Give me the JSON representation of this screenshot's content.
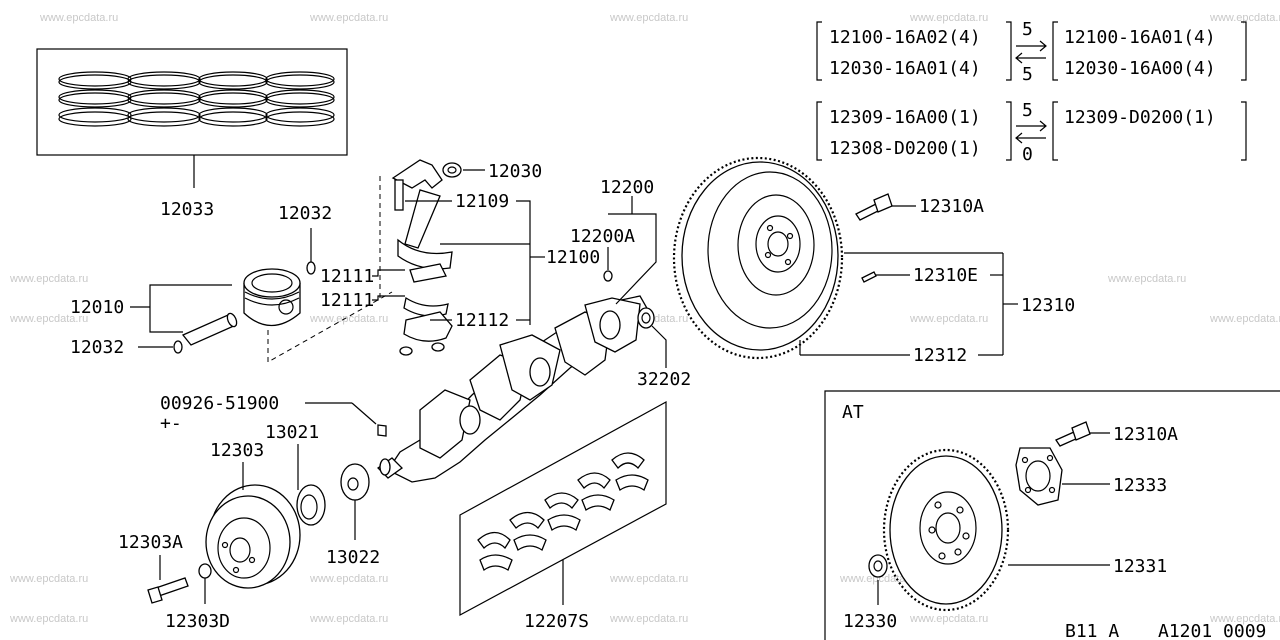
{
  "watermark": "www.epcdata.ru",
  "labels": {
    "p12033": "12033",
    "p12032a": "12032",
    "p12010": "12010",
    "p12032b": "12032",
    "p12030": "12030",
    "p12109": "12109",
    "p12111a": "12111",
    "p12111b": "12111",
    "p12100": "12100",
    "p12112": "12112",
    "p12200": "12200",
    "p12200A": "12200A",
    "p32202": "32202",
    "p00926": "00926-51900",
    "p00926note": "+-",
    "p13021": "13021",
    "p12303": "12303",
    "p13022": "13022",
    "p12303A": "12303A",
    "p12303D": "12303D",
    "p12207S": "12207S",
    "p12310A": "12310A",
    "p12310E": "12310E",
    "p12310": "12310",
    "p12312": "12312",
    "at_title": "AT",
    "p12310A_at": "12310A",
    "p12333": "12333",
    "p12331": "12331",
    "p12330": "12330",
    "footer_model": "B11 A",
    "footer_code": "A1201 0009"
  },
  "supersession": [
    {
      "old": [
        "12100-16A02(4)",
        "12030-16A01(4)"
      ],
      "fwd": "5",
      "back": "5",
      "new": [
        "12100-16A01(4)",
        "12030-16A00(4)"
      ]
    },
    {
      "old": [
        "12309-16A00(1)",
        "12308-D0200(1)"
      ],
      "fwd": "5",
      "back": "0",
      "new": [
        "12309-D0200(1)"
      ]
    }
  ]
}
